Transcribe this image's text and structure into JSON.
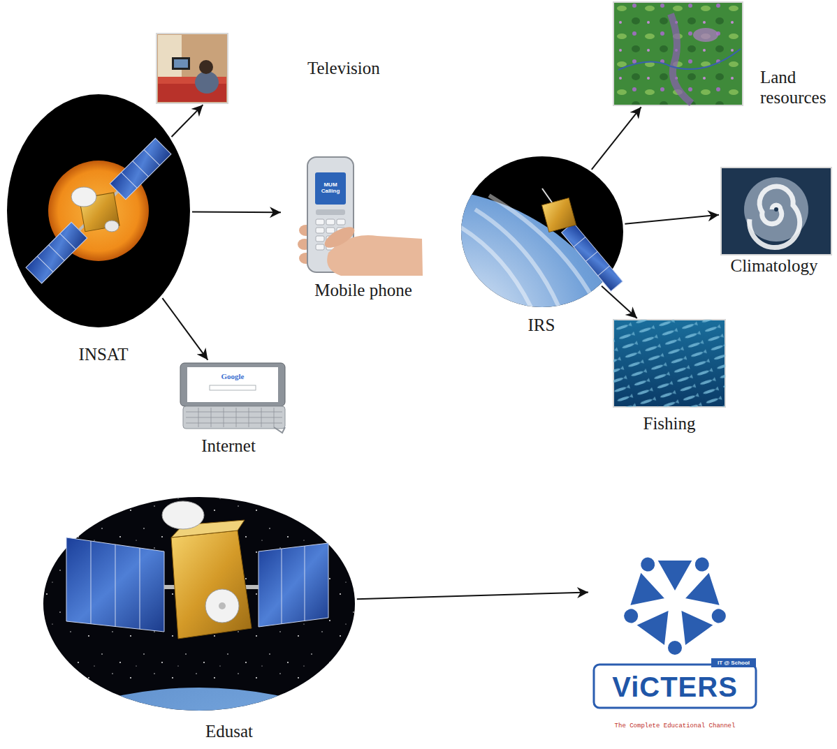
{
  "diagram": {
    "nodes": [
      {
        "text": [
          "INSAT"
        ]
      },
      {
        "text": [
          "Television"
        ]
      },
      {
        "text": [
          "Mobile phone"
        ]
      },
      {
        "text": [
          "Internet"
        ]
      },
      {
        "text": [
          "IRS"
        ]
      },
      {
        "text": [
          "Land resources"
        ]
      },
      {
        "text": [
          "Climatology"
        ]
      },
      {
        "text": [
          "Fishing"
        ]
      },
      {
        "text": [
          "Edusat"
        ]
      },
      {
        "text": [
          "IT @ School",
          "ViCTERS",
          "The Complete Educational Channel"
        ]
      }
    ],
    "edges": [
      {
        "from": 0,
        "to": 1,
        "arrow": "to"
      },
      {
        "from": 0,
        "to": 2,
        "arrow": "to"
      },
      {
        "from": 0,
        "to": 3,
        "arrow": "to"
      },
      {
        "from": 4,
        "to": 5,
        "arrow": "to"
      },
      {
        "from": 4,
        "to": 6,
        "arrow": "to"
      },
      {
        "from": 4,
        "to": 7,
        "arrow": "to"
      },
      {
        "from": 8,
        "to": 9,
        "arrow": "to"
      }
    ],
    "labels": [
      "MUM Calling",
      "Google"
    ]
  }
}
